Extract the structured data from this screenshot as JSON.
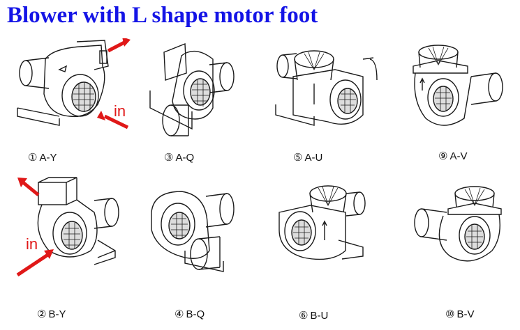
{
  "title": "Blower with L shape motor foot",
  "colors": {
    "title": "#1414e6",
    "arrow": "#e01818",
    "line": "#1a1a1a"
  },
  "items": [
    {
      "num": "①",
      "code": "A-Y",
      "arrows": true,
      "arrow_text": "in"
    },
    {
      "num": "③",
      "code": "A-Q",
      "arrows": false
    },
    {
      "num": "⑤",
      "code": "A-U",
      "arrows": false
    },
    {
      "num": "⑨",
      "code": "A-V",
      "arrows": false
    },
    {
      "num": "②",
      "code": "B-Y",
      "arrows": true,
      "arrow_text": "in"
    },
    {
      "num": "④",
      "code": "B-Q",
      "arrows": false
    },
    {
      "num": "⑥",
      "code": "B-U",
      "arrows": false
    },
    {
      "num": "⑩",
      "code": "B-V",
      "arrows": false
    }
  ]
}
